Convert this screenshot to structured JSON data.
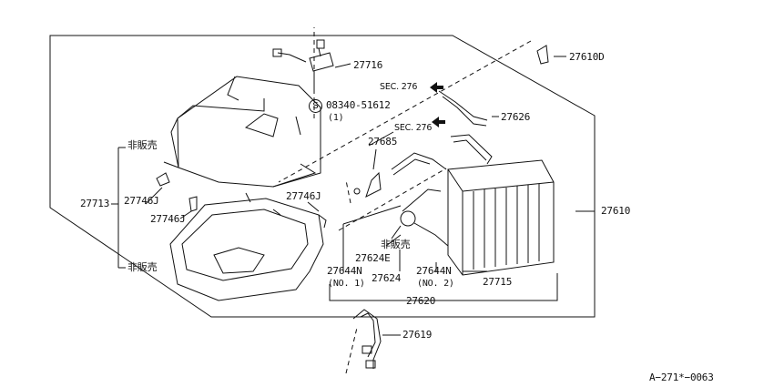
{
  "diagram": {
    "part_labels": {
      "p27716": "27716",
      "p27610D": "27610D",
      "sec276_top": "SEC. 276",
      "sec276_mid": "SEC. 276",
      "p27626": "27626",
      "screw_code": "08340-51612",
      "screw_qty": "(1)",
      "screw_symbol": "S",
      "p27685": "27685",
      "not_sold_top": "非販売",
      "p27713": "27713",
      "p27746J_a": "27746J",
      "p27746J_b": "27746J",
      "p27746J_c": "27746J",
      "p27610": "27610",
      "not_sold_mid": "非販売",
      "p27624E": "27624E",
      "p27644N_1": "27644N",
      "no1": "(NO. 1)",
      "p27624": "27624",
      "p27644N_2": "27644N",
      "no2": "(NO. 2)",
      "p27715": "27715",
      "not_sold_bottom": "非販売",
      "p27620": "27620",
      "p27619": "27619",
      "figure_ref": "A−271*−0063"
    }
  }
}
